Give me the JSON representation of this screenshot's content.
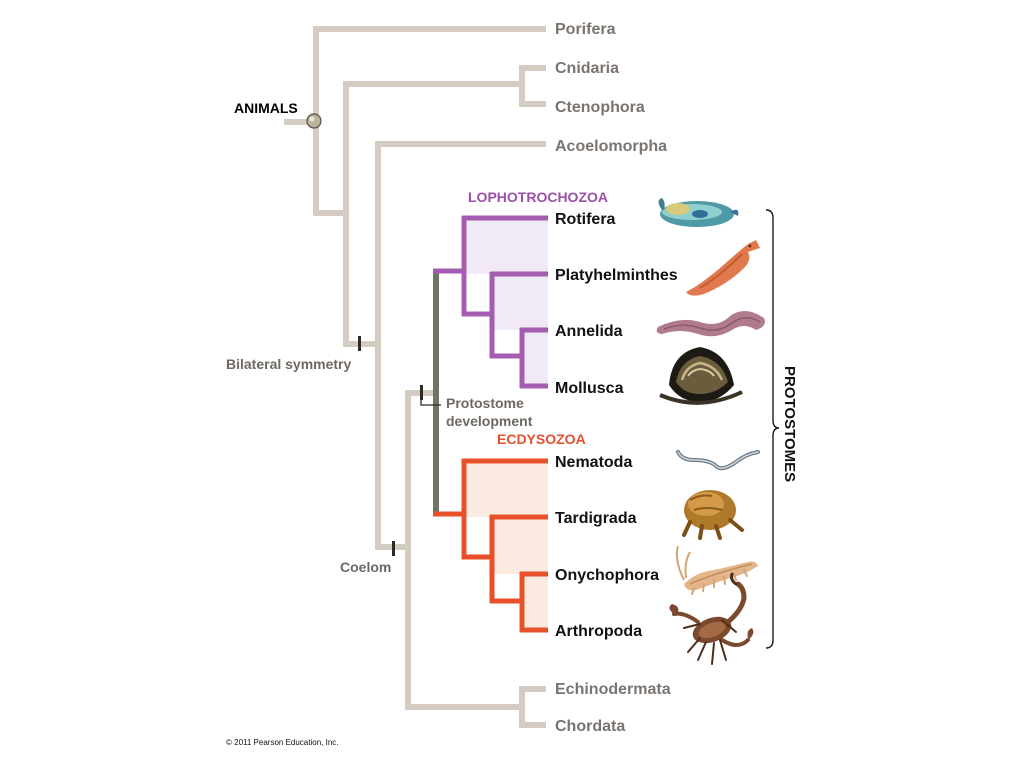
{
  "colors": {
    "trunk": "#d4ccc0",
    "lophotrochozoa": "#a45cb0",
    "lophotrochozoa_fill": "#f1eaf6",
    "ecdysozoa": "#e8502a",
    "ecdysozoa_fill": "#fcebe0",
    "protostome_branch": "#6f7564",
    "gray_text": "#7a7470",
    "black_text": "#111111"
  },
  "root_label": "ANIMALS",
  "traits": {
    "bilateral_symmetry": "Bilateral symmetry",
    "coelom": "Coelom",
    "protostome_development_line1": "Protostome",
    "protostome_development_line2": "development"
  },
  "groups": {
    "lophotrochozoa": "LOPHOTROCHOZOA",
    "ecdysozoa": "ECDYSOZOA",
    "protostomes": "PROTOSTOMES"
  },
  "taxa": {
    "porifera": "Porifera",
    "cnidaria": "Cnidaria",
    "ctenophora": "Ctenophora",
    "acoelomorpha": "Acoelomorpha",
    "rotifera": "Rotifera",
    "platyhelminthes": "Platyhelminthes",
    "annelida": "Annelida",
    "mollusca": "Mollusca",
    "nematoda": "Nematoda",
    "tardigrada": "Tardigrada",
    "onychophora": "Onychophora",
    "arthropoda": "Arthropoda",
    "echinodermata": "Echinodermata",
    "chordata": "Chordata"
  },
  "illustrations": [
    "rotifer-icon",
    "flatworm-icon",
    "earthworm-icon",
    "clam-icon",
    "nematode-icon",
    "tardigrade-icon",
    "velvet-worm-icon",
    "scorpion-icon"
  ],
  "copyright": "© 2011 Pearson Education, Inc."
}
